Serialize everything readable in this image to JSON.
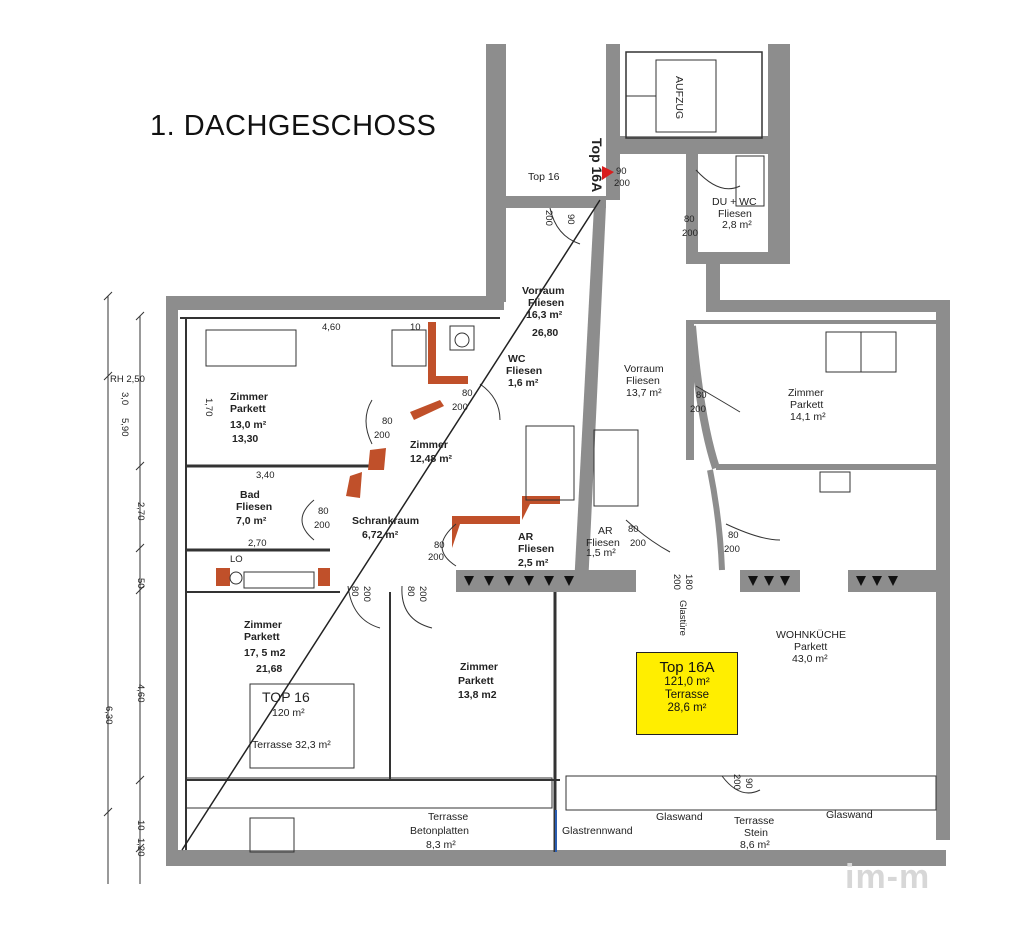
{
  "title": "1. DACHGESCHOSS",
  "highlight": {
    "unit": "Top 16A",
    "area": "121,0 m²",
    "terrace_label": "Terrasse",
    "terrace_area": "28,6 m²"
  },
  "labels": {
    "aufzug": "AUFZUG",
    "top16": "Top 16",
    "top16a_vertical": "Top 16A",
    "du_wc_1": "DU + WC",
    "du_wc_2": "Fliesen",
    "du_wc_3": "2,8 m²",
    "vorraum_top_1": "Vorraum",
    "vorraum_top_2": "Fliesen",
    "vorraum_top_3": "16,3 m²",
    "vorraum_top_4": "26,80",
    "vorraum_1": "Vorraum",
    "vorraum_2": "Fliesen",
    "vorraum_3": "13,7 m²",
    "zimmer_r_1": "Zimmer",
    "zimmer_r_2": "Parkett",
    "zimmer_r_3": "14,1 m²",
    "wc_1": "WC",
    "wc_2": "Fliesen",
    "wc_3": "1,6 m²",
    "zimmer1_1": "Zimmer",
    "zimmer1_2": "Parkett",
    "zimmer1_3": "13,0 m²",
    "zimmer1_4": "13,30",
    "zimmer2_1": "Zimmer",
    "zimmer2_2": "12,48 m²",
    "bad_1": "Bad",
    "bad_2": "Fliesen",
    "bad_3": "7,0 m²",
    "schrank_1": "Schrankraum",
    "schrank_2": "6,72 m²",
    "ar1_1": "AR",
    "ar1_2": "Fliesen",
    "ar1_3": "2,5 m²",
    "ar2_1": "AR",
    "ar2_2": "Fliesen",
    "ar2_3": "1,5 m²",
    "zimmer3_1": "Zimmer",
    "zimmer3_2": "Parkett",
    "zimmer3_3": "17, 5 m2",
    "zimmer3_4": "21,68",
    "top16box_1": "TOP 16",
    "top16box_2": "120 m²",
    "top16box_3": "Terrasse 32,3 m²",
    "zimmer4_1": "Zimmer",
    "zimmer4_2": "Parkett",
    "zimmer4_3": "13,8 m2",
    "wohn_1": "WOHNKÜCHE",
    "wohn_2": "Parkett",
    "wohn_3": "43,0 m²",
    "glastuere": "Glastüre",
    "terr_beton_1": "Terrasse",
    "terr_beton_2": "Betonplatten",
    "terr_beton_3": "8,3 m²",
    "glastrennwand": "Glastrennwand",
    "glaswand": "Glaswand",
    "glaswand2": "Glaswand",
    "terr_stein_1": "Terrasse",
    "terr_stein_2": "Stein",
    "terr_stein_3": "8,6 m²",
    "watermark": "im-m"
  },
  "dimensions": {
    "d460": "4,60",
    "d10": "10",
    "d3_40": "3,40",
    "d2_70": "2,70",
    "rh": "RH 2,50",
    "d3_0": "3,0",
    "d1_70": "1,70",
    "d5_90": "5,90",
    "d2_70v": "2,70",
    "d4_60": "4,60",
    "d6_30": "6,30",
    "d1_20": "1,20",
    "d10v": "10",
    "d50": "50",
    "d90_200_a": "90",
    "d90_200_b": "200",
    "door_80": "80",
    "door_200": "200",
    "door_180": "180",
    "door_90": "90",
    "lo": "LO"
  },
  "colors": {
    "wall": "#8d8d8d",
    "wall_dark": "#555555",
    "brick": "#c0502a",
    "highlight": "#ffee00",
    "arrow": "#d81e1e",
    "glass_line": "#2a5db0"
  }
}
